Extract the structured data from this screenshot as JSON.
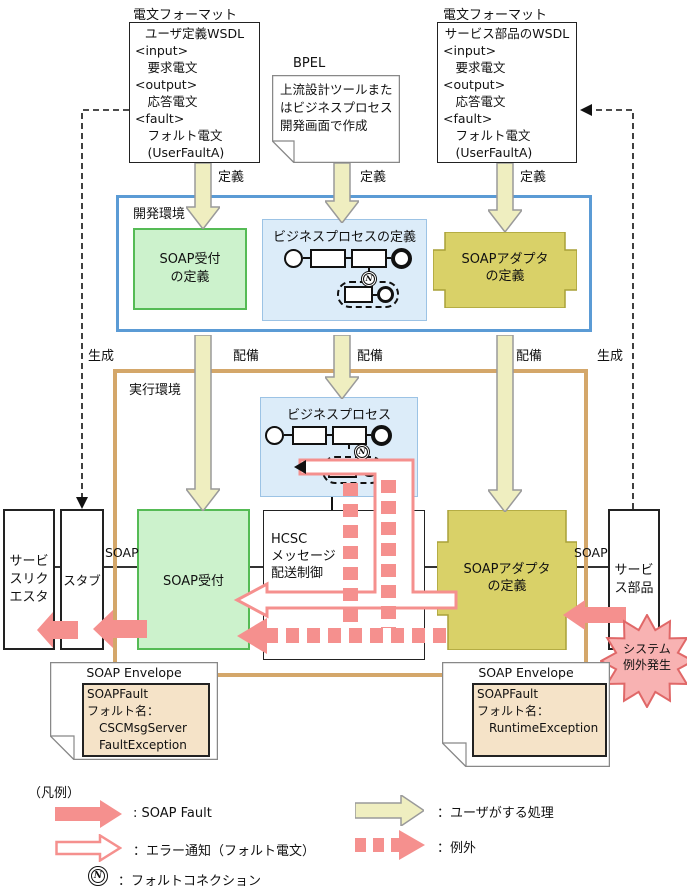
{
  "colors": {
    "pink": "#f5908e",
    "cream_fill": "#efeec0",
    "cream_border": "#9a9a9a",
    "green_fill": "#ccf2cc",
    "green_border": "#55bb55",
    "olive_fill": "#d9d168",
    "olive_border": "#a9a139",
    "blue_border": "#5b9bd5",
    "lightblue_fill": "#dcecf9",
    "lightblue_border": "#9cc3e5",
    "tan_border": "#d4a76a",
    "envelope_fill": "#f5e3c8",
    "burst_fill": "#f8b2b2",
    "burst_border": "#e06868",
    "note_border": "#888888"
  },
  "icons": {
    "fault_connection_letter": "N"
  },
  "top_left": {
    "format_label": "電文フォーマット",
    "title": "ユーザ定義WSDL",
    "lines": [
      "<input>",
      "　要求電文",
      "<output>",
      "　応答電文",
      "<fault>",
      "　フォルト電文",
      "　(UserFaultA)"
    ],
    "define_label": "定義"
  },
  "bpel": {
    "label": "BPEL",
    "lines": [
      "上流設計ツールまた",
      "はビジネスプロセス",
      "開発画面で作成"
    ],
    "define_label": "定義"
  },
  "top_right": {
    "format_label": "電文フォーマット",
    "title": "サービス部品のWSDL",
    "lines": [
      "<input>",
      "　要求電文",
      "<output>",
      "　応答電文",
      "<fault>",
      "　フォルト電文",
      "　(UserFaultA)"
    ],
    "define_label": "定義"
  },
  "dev_env": {
    "label": "開発環境",
    "soap_reception_def": [
      "SOAP受付",
      "の定義"
    ],
    "bp_def_label": "ビジネスプロセスの定義",
    "adapter_def": [
      "SOAPアダプタ",
      "の定義"
    ]
  },
  "flow_labels": {
    "generate_left": "生成",
    "deploy_left": "配備",
    "deploy_mid": "配備",
    "deploy_right": "配備",
    "generate_right": "生成"
  },
  "runtime_env": {
    "label": "実行環境",
    "bp_label": "ビジネスプロセス",
    "soap_reception": "SOAP受付",
    "hcsc_lines": [
      "HCSC",
      "メッセージ",
      "配送制御"
    ],
    "adapter": [
      "SOAPアダプタ",
      "の定義"
    ],
    "soap_label_left": "SOAP",
    "soap_label_right": "SOAP"
  },
  "requester_lines": [
    "サービ",
    "スリク",
    "エスタ"
  ],
  "stub_label": "スタブ",
  "component_lines": [
    "サービ",
    "ス部品"
  ],
  "burst_lines": [
    "システム",
    "例外発生"
  ],
  "envelope_left": {
    "title": "SOAP Envelope",
    "lines": [
      "SOAPFault",
      "フォルト名：",
      "　CSCMsgServer",
      "　FaultException"
    ]
  },
  "envelope_right": {
    "title": "SOAP Envelope",
    "lines": [
      "SOAPFault",
      "フォルト名：",
      "　RuntimeException"
    ]
  },
  "legend": {
    "title": "（凡例）",
    "soap_fault": ": SOAP Fault",
    "error_notice": "：エラー通知（フォルト電文）",
    "fault_connection": "：フォルトコネクション",
    "user_action": "：ユーザがする処理",
    "exception": "：例外"
  }
}
